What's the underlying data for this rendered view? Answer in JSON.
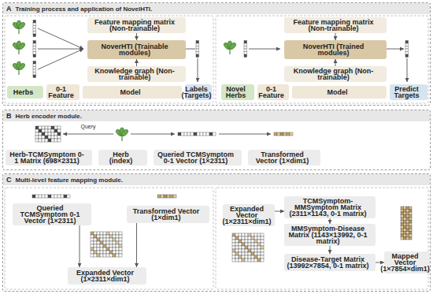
{
  "diagram": {
    "nodes": [
      {
        "text": [
          "A",
          "Training process and application of NovelHTI."
        ]
      },
      {
        "text": [
          "Feature mapping matrix (Non-trainable)"
        ],
        "in": 0
      },
      {
        "text": [
          "NoverHTI (Trainable modules)"
        ],
        "in": 0
      },
      {
        "text": [
          "Knowledge graph (Non-trainable)"
        ],
        "in": 0
      },
      {
        "text": [
          "Herbs"
        ],
        "in": 0
      },
      {
        "text": [
          "0-1 Feature"
        ],
        "in": 0
      },
      {
        "text": [
          "Model"
        ],
        "in": 0
      },
      {
        "text": [
          "Labels (Targets)"
        ],
        "in": 0
      },
      {
        "text": [
          "Feature mapping matrix (Non-trainable)"
        ],
        "in": 0
      },
      {
        "text": [
          "NoverHTI (Trained modules)"
        ],
        "in": 0
      },
      {
        "text": [
          "Knowledge graph (Non-trainable)"
        ],
        "in": 0
      },
      {
        "text": [
          "Novel Herbs"
        ],
        "in": 0
      },
      {
        "text": [
          "0-1 Feature"
        ],
        "in": 0
      },
      {
        "text": [
          "Model"
        ],
        "in": 0
      },
      {
        "text": [
          "Predict Targets"
        ],
        "in": 0
      },
      {
        "text": [
          "B",
          "Herb encoder module."
        ]
      },
      {
        "text": [
          "Herb-TCMSymptom 0-1 Matrix (698×2311)"
        ],
        "in": 15
      },
      {
        "text": [
          "Herb (index)"
        ],
        "in": 15
      },
      {
        "text": [
          "Queried TCMSymptom 0-1 Vector (1×2311)"
        ],
        "in": 15
      },
      {
        "text": [
          "Transformed Vector (1×dim1)"
        ],
        "in": 15
      },
      {
        "text": [
          "C",
          "Multi-level feature mapping module."
        ]
      },
      {
        "text": [
          "Queried TCMSymptom 0-1 Vector (1×2311)"
        ],
        "in": 20
      },
      {
        "text": [
          "Transformed Vector (1×dim1)"
        ],
        "in": 20
      },
      {
        "text": [
          "Expanded Vector (1×2311×dim1)"
        ],
        "in": 20
      },
      {
        "text": [
          "Expanded Vector (1×2311×dim1)"
        ],
        "in": 20
      },
      {
        "text": [
          "TCMSymptom-MMSymptom Matrix (2311×1143, 0-1 matrix)"
        ],
        "in": 20
      },
      {
        "text": [
          "MMSymptom-Disease Matrix (1143×13992, 0-1 matrix)"
        ],
        "in": 20
      },
      {
        "text": [
          "Disease-Target Matrix (13992×7854, 0-1 matrix)"
        ],
        "in": 20
      },
      {
        "text": [
          "Mapped Vector (1×7854×dim1)"
        ],
        "in": 20
      }
    ],
    "edges": [
      {
        "from": 1,
        "to": 2,
        "arrow": "to"
      },
      {
        "from": 3,
        "to": 2,
        "arrow": "to"
      },
      {
        "from": 8,
        "to": 9,
        "arrow": "to"
      },
      {
        "from": 10,
        "to": 9,
        "arrow": "to"
      },
      {
        "from": 21,
        "to": 23,
        "arrow": "to"
      },
      {
        "from": 22,
        "to": 23,
        "arrow": "to"
      },
      {
        "from": 24,
        "to": 25,
        "arrow": "to"
      },
      {
        "from": 25,
        "to": 26,
        "arrow": "to"
      },
      {
        "from": 26,
        "to": 27,
        "arrow": "to"
      },
      {
        "from": 27,
        "to": 28,
        "arrow": "to"
      }
    ],
    "labels": [
      "Query"
    ]
  }
}
